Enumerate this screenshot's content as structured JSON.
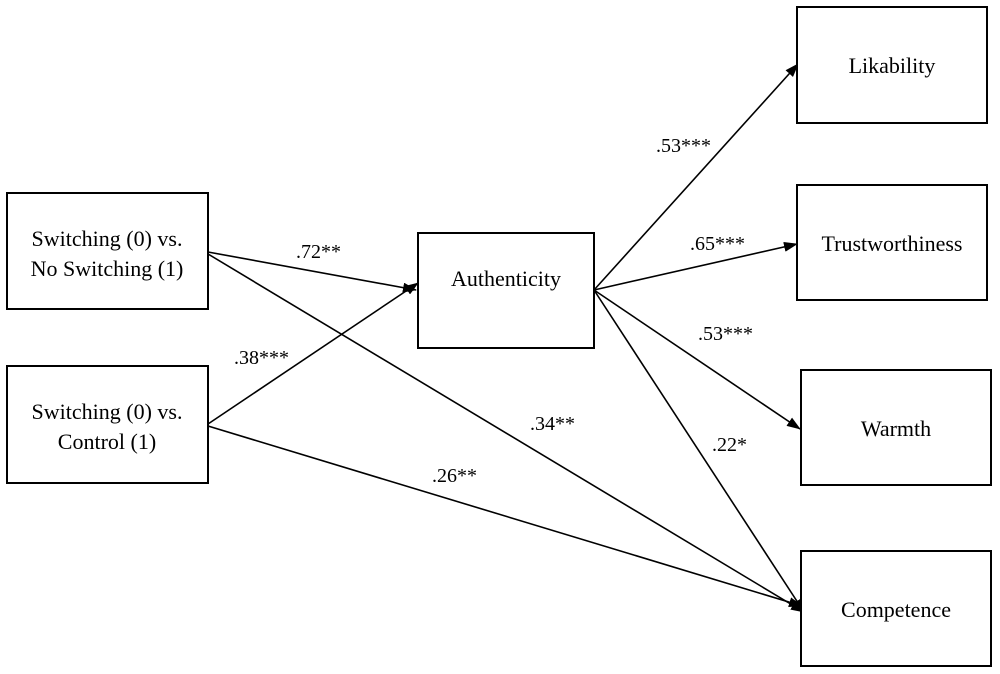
{
  "nodes": {
    "switching_no_switching": {
      "lines": [
        "Switching (0) vs.",
        "No Switching (1)"
      ]
    },
    "switching_control": {
      "lines": [
        "Switching (0) vs.",
        "Control (1)"
      ]
    },
    "authenticity": {
      "lines": [
        "Authenticity"
      ]
    },
    "likability": {
      "lines": [
        "Likability"
      ]
    },
    "trustworthiness": {
      "lines": [
        "Trustworthiness"
      ]
    },
    "warmth": {
      "lines": [
        "Warmth"
      ]
    },
    "competence": {
      "lines": [
        "Competence"
      ]
    }
  },
  "edges": [
    {
      "from": "switching_no_switching",
      "to": "authenticity",
      "label": ".72**"
    },
    {
      "from": "switching_control",
      "to": "authenticity",
      "label": ".38***"
    },
    {
      "from": "switching_no_switching",
      "to": "competence",
      "label": ".34**"
    },
    {
      "from": "switching_control",
      "to": "competence",
      "label": ".26**"
    },
    {
      "from": "authenticity",
      "to": "likability",
      "label": ".53***"
    },
    {
      "from": "authenticity",
      "to": "trustworthiness",
      "label": ".65***"
    },
    {
      "from": "authenticity",
      "to": "warmth",
      "label": ".53***"
    },
    {
      "from": "authenticity",
      "to": "competence",
      "label": ".22*"
    }
  ]
}
